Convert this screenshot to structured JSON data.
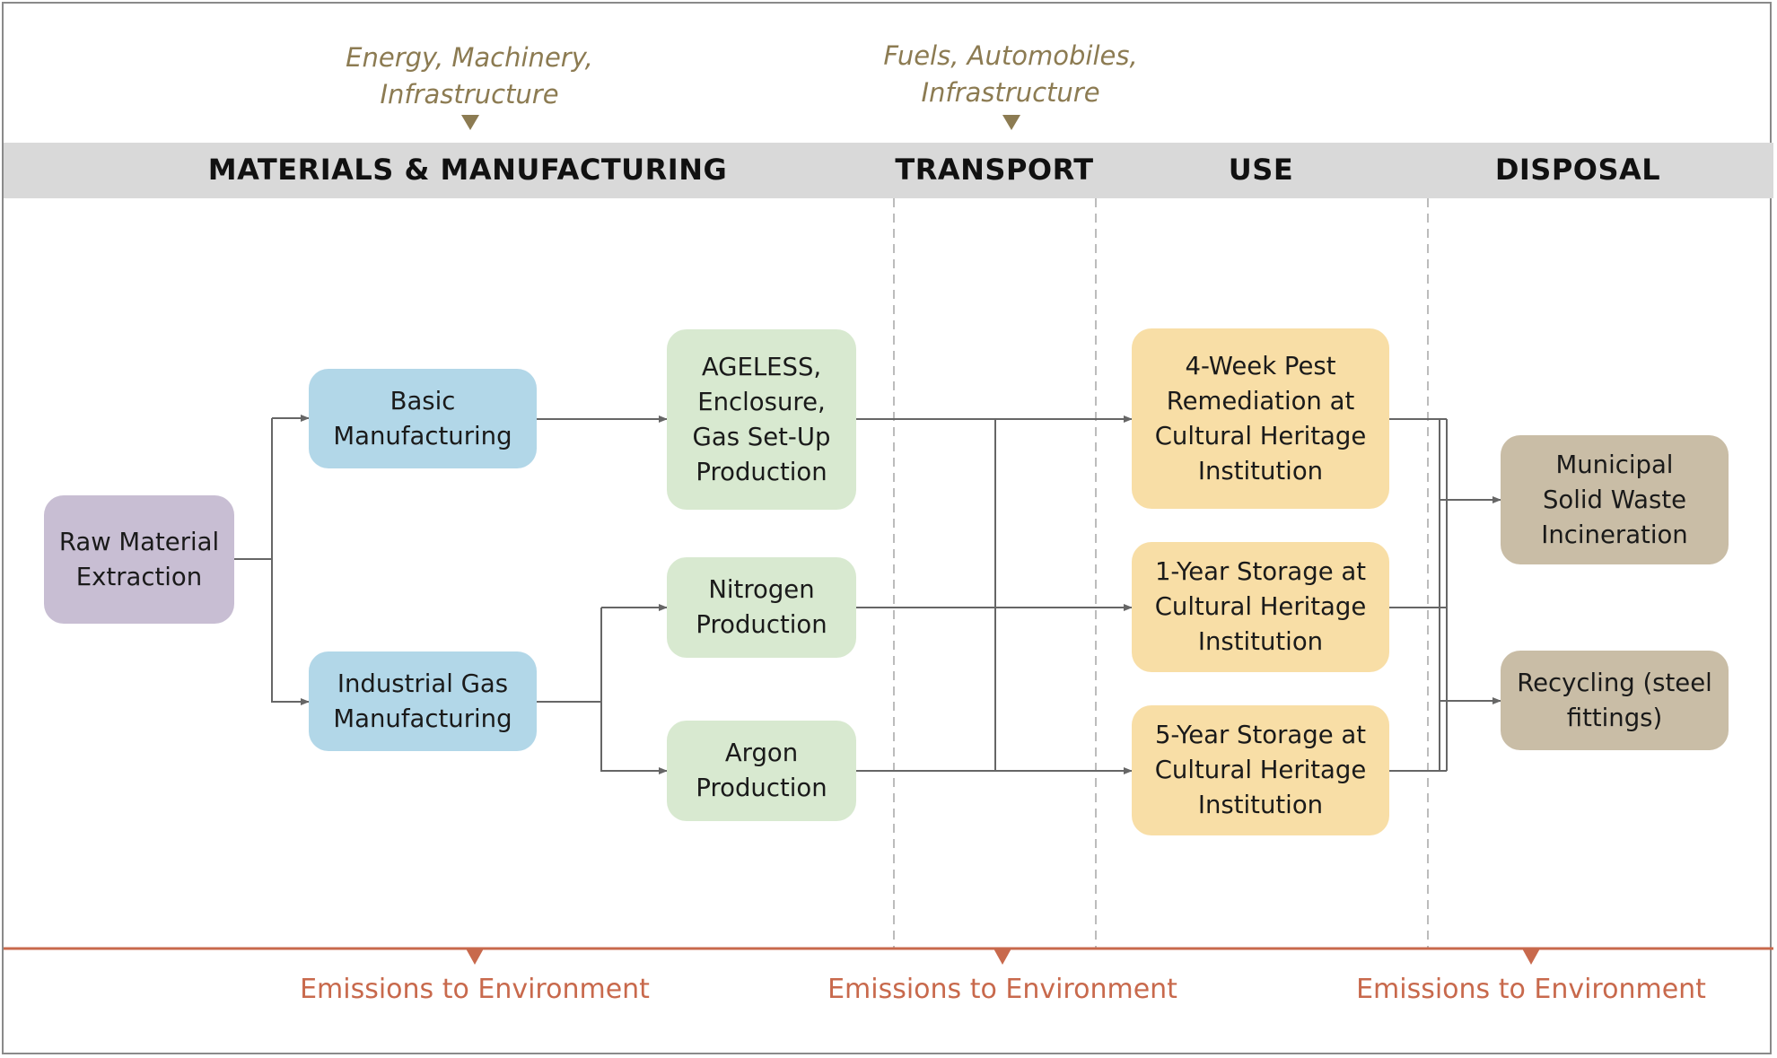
{
  "stages": {
    "materials": "MATERIALS & MANUFACTURING",
    "transport": "TRANSPORT",
    "use": "USE",
    "disposal": "DISPOSAL"
  },
  "inputs": {
    "materials": [
      "Energy, Machinery,",
      "Infrastructure"
    ],
    "transport": [
      "Fuels, Automobiles,",
      "Infrastructure"
    ]
  },
  "nodes": {
    "raw": [
      "Raw Material",
      "Extraction"
    ],
    "basic": [
      "Basic",
      "Manufacturing"
    ],
    "industrial": [
      "Industrial Gas",
      "Manufacturing"
    ],
    "ageless": [
      "AGELESS,",
      "Enclosure,",
      "Gas Set-Up",
      "Production"
    ],
    "nitrogen": [
      "Nitrogen",
      "Production"
    ],
    "argon": [
      "Argon",
      "Production"
    ],
    "pest": [
      "4-Week Pest",
      "Remediation at",
      "Cultural Heritage",
      "Institution"
    ],
    "storage1": [
      "1-Year Storage at",
      "Cultural Heritage",
      "Institution"
    ],
    "storage5": [
      "5-Year Storage at",
      "Cultural Heritage",
      "Institution"
    ],
    "incineration": [
      "Municipal",
      "Solid Waste",
      "Incineration"
    ],
    "recycling": [
      "Recycling (steel",
      "fittings)"
    ]
  },
  "emissions": [
    "Emissions to Environment",
    "Emissions to Environment",
    "Emissions to Environment"
  ],
  "colors": {
    "extraction": "#c8bed3",
    "manufacturing": "#b2d7e8",
    "production": "#d8e9d0",
    "use": "#f8dea6",
    "disposal": "#c9bda6",
    "input_text": "#8c7b52",
    "emission": "#c8694c",
    "header_band": "#d9d9d9"
  }
}
